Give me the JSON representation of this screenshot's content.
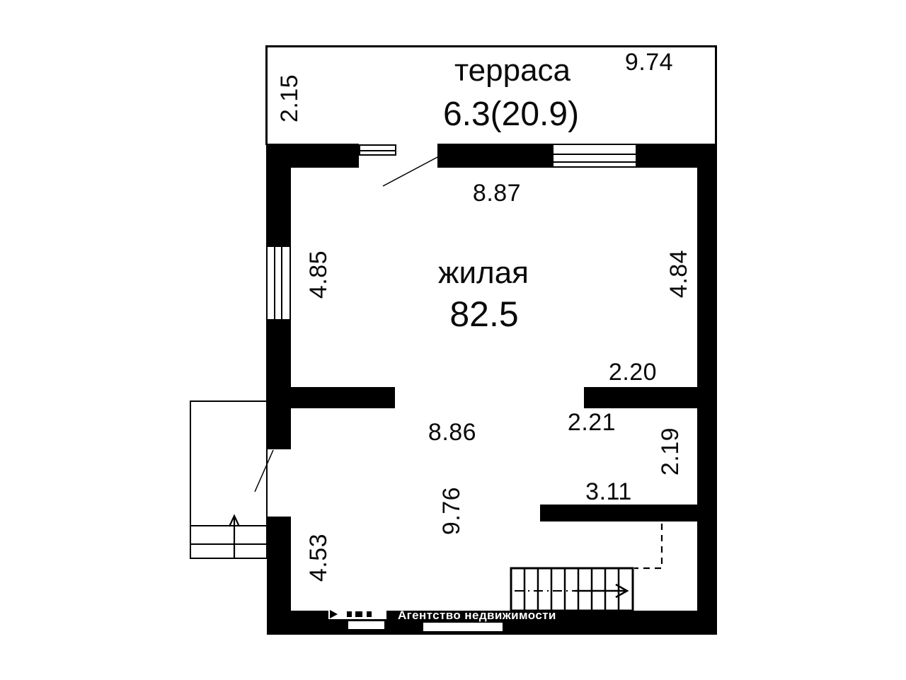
{
  "rooms": {
    "terrace": {
      "name": "терраса",
      "area": "6.3(20.9)"
    },
    "living": {
      "name": "жилая",
      "area": "82.5"
    }
  },
  "dimensions": {
    "terrace_width": "9.74",
    "terrace_depth": "2.15",
    "top_inner_width": "8.87",
    "left_upper": "4.85",
    "right_upper": "4.84",
    "closet_width": "2.20",
    "closet_inner_width": "2.21",
    "niche_height": "2.19",
    "mid_width": "8.86",
    "room_depth": "9.76",
    "stair_opening": "3.11",
    "left_lower": "4.53"
  },
  "watermark": {
    "agency": "Агентство недвижимости"
  }
}
